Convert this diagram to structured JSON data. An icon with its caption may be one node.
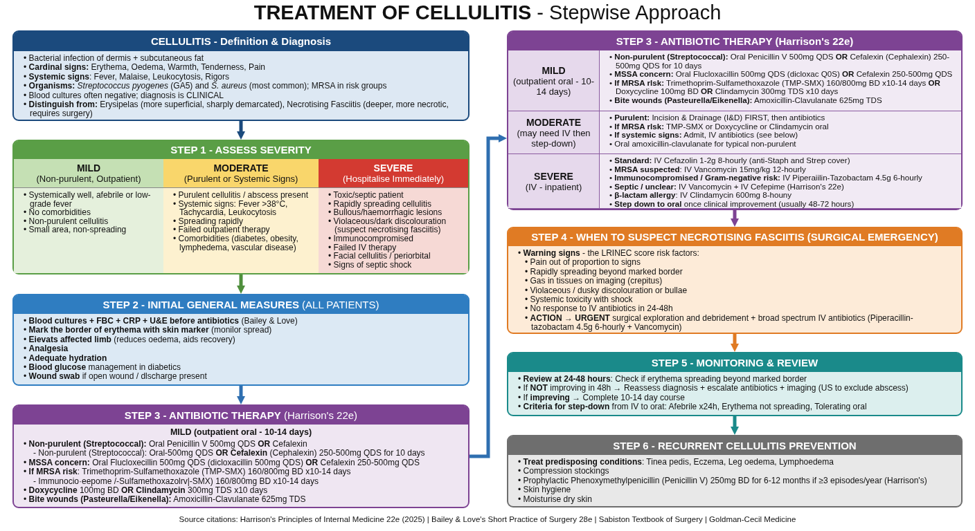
{
  "diagram": {
    "title": "**TREATMENT OF CELLULITIS** - Stepwise Approach",
    "nodes": [
      {
        "text": [
          "CELLULITIS - Definition & Diagnosis",
          "• Bacterial infection of dermis + subcutaneous fat",
          "• **Cardinal signs:** Erythema, Oedema, Warmth, Tenderness, Pain",
          "• **Systemic signs**: Fever, Malaise, Leukocytosis, Rigors",
          "• **Organisms:** *Streptococcus pyogenes* (GA5) and *S. aureus* (most common); MRSA in risk groups",
          "• Blood cultures often negative; diagnosis is CLINICAL",
          "• **Distinguish from:** Erysipelas (more superficial, sharply demarcated), Necrotising Fasciitis (deeper, more necrotic, requires surgery)"
        ]
      },
      {
        "text": [
          "STEP 1 - ASSESS SEVERITY"
        ]
      },
      {
        "text": [
          "MILD",
          "(Non-purulent, Outpatient)",
          "• Systemically well, afebrile or low-grade fever",
          "• No comorbidities",
          "• Non-purulent cellulitis",
          "• Small area, non-spreading"
        ],
        "in": 1
      },
      {
        "text": [
          "MODERATE",
          "(Purulent or Systemic Signs)",
          "• Purulent cellulitis / abscess present",
          "• Systemic signs: Fever >38°C, Tachycardia, Leukocytosis",
          "• Spreading rapidly",
          "• Failed outpatient therapy",
          "• Comorbidities (diabetes, obesity, lymphedema, vascular disease)"
        ],
        "in": 1
      },
      {
        "text": [
          "SEVERE",
          "(Hospitalise Immediately)",
          "• Toxic/septic patient",
          "• Rapidly spreading cellulitis",
          "• Bullous/haemorrhagic lesions",
          "• Violaceous/dark discolouration (suspect necrotising fasciitis)",
          "• Immunocompromised",
          "• Failed IV therapy",
          "• Facial cellulitis / periorbital",
          "• Signs of septic shock"
        ],
        "in": 1
      },
      {
        "text": [
          "**STEP 2 - INITIAL GENERAL MEASURES** (ALL PATIENTS)",
          "• **Blood cultures + FBC + CRP + U&E before antibiotics** (Bailey & Love)",
          "• **Mark the border of erythema with skin marker** (monilor spread)",
          "• **Eievats affected limb** (reduces oedema, aids recovery)",
          "• **Analgesia**",
          "• **Adequate hydration**",
          "• **Biood glucose** management in diabetics",
          "• **Wound swab** if open wound / dlscharge present"
        ]
      },
      {
        "text": [
          "**STEP 3 - ANTIBIOTIC THERAPY** (Harrison's 22e)",
          "MILD (outpatient oral - 10-14 days)",
          "• **Non-purulent (Streptococcal):** Oral Penicillin V 500mg QDS **OR** Cefalexin",
          "- Non-purulent (Streptococcal): Oral-500mg QDS **OR Cefalexin** (Cephalexin) 250-500mg QDS for 10 days",
          "• **MSSA concern:** Oral Flucloxecillin 500mg QDS (dicloxacillin 500mg QDS) **OR** Cefalexin 250-500mg QDS",
          "• **If MRSA risk**: Trimethoprim-Sulfamethoxazole (TMP-SMX) 160/800mg BD x10-14 days",
          "- Immunocio·eepome /-Sulfamethoxazolrv|-SMX) 160/800mg BD x10-14 days",
          "• **Doxycycline** 100mg BD **OR Clindamycin** 300mg TDS x10 days",
          "• **Bite wounds (Pasteurella/Eikenella):** Amoxicillin-Clavulanate 625mg TDS"
        ]
      },
      {
        "text": [
          "STEP 3 - ANTIBIOTIC THERAPY (Harrison's 22e)"
        ]
      },
      {
        "text": [
          "MILD",
          "(outpatient oral - 10-14 days)",
          "• **Non-purulent (Streptococcal):** Oral Penicillin V 500mg QDS **OR** Cefalexin (Cephalexin) 250-500mg QDS for 10 days",
          "• **MSSA concern:** Oral Flucloxacillin 500mg QDS (dicloxac Q0S) **OR** Cefalexin 250-500mg QDS",
          "• **If MRSA rlsk:** Trimethoprim-Sulfamethoxazole (TMP-SMX) 160/800mg BD x10-14 days **OR** Doxycycline 100mg BD **OR** Clindamycin 300mg TDS x10 days",
          "• **Bite wounds (Pasteurella/Eikenella):** Amoxicillin-Clavulanate 625mg TDS"
        ],
        "in": 7
      },
      {
        "text": [
          "MODERATE",
          "(may need IV then step-down)",
          "• **Purulent:** Incision & Drainage (I&D) FIRST, then antibiotics",
          "• **If MRSA rlsk:** TMP-SMX or Doxycycline or Clindamycin oral",
          "• **If systemic signs:** Admit, IV antibiotics (see below)",
          "• Oral amoxicillin-clavulanate for typical non-purulent"
        ],
        "in": 7
      },
      {
        "text": [
          "SEVERE",
          "(IV - inpatient)",
          "• **Standard:** IV Cefazolin 1-2g 8-hourly (anti-Staph and Strep cover)",
          "• **MRSA suspected**: IV Vancomycin 15mg/kg 12-hourly",
          "• **Immunocompromised / Gram-negative risk:** IV Piperaiilin-Tazobactam 4.5g 6-hourly",
          "• **Septic / unclear:** IV Vancomycin + IV Cefepime (Harrison's 22e)",
          "• **β-lactam allergy**: IV Clindamycin 600mg 8-houny",
          "• **Step down to oral** once clinical improvement (usually 48-72 hours)"
        ],
        "in": 7
      },
      {
        "text": [
          "STEP 4 - WHEN TO SUSPECT NECROTISING FASCIITIS (SURGICAL EMERGENCY)",
          "• **Warning signs** - the LRINEC score risk factors:",
          "• Pain out of proportion to signs",
          "• Rapidly spreading beyond marked border",
          "• Gas in tissues on imaging (crepitus)",
          "• Violaceous / dusky discolouration or bullae",
          "• Systemic toxicity with shock",
          "• No response to IV antibiotics in 24-48h",
          "• **ACTION → URGENT** surgical exploration and debridement + broad spectrum IV antibiotics (Piperacillin-tazobactam 4.5g 6-hourly + Vancomycin)"
        ]
      },
      {
        "text": [
          "STEP 5 - MONITORING & REVIEW",
          "• **Review at 24-48 hours**: Check if erythema spreading beyond marked border",
          "• If **NOT** improving in 48h → Reassess diagnosis + escalate antibiotics + imaging (US to exclude abscess)",
          "• If **impreving** → Complete 10-14 day course",
          "• **Criteria for step-down** from IV to orat: Afebrile x24h, Erythema not spreading, Tolerating oral"
        ]
      },
      {
        "text": [
          "STEP 6 - RECURRENT CELLULITIS PREVENTION",
          "• **Treat predisposing conditions**: Tinea pedis, Eczema, Leg oedema, Lymphoedema",
          "• Compression stockings",
          "• Prophylactic Phenoxymethylpenicillin (Penicillin V) 250mg BD for 6-12 months if ≥3 episodes/year (Harrison's)",
          "• Skin hygiene",
          "• Moisturise dry skin"
        ]
      }
    ],
    "edges": [
      {
        "from": 0,
        "to": 1,
        "arrow": "to",
        "color": "#1b4a7d"
      },
      {
        "from": 1,
        "to": 5,
        "arrow": "to",
        "color": "#4f8f3c"
      },
      {
        "from": 5,
        "to": 6,
        "arrow": "to",
        "color": "#2f6fb0"
      },
      {
        "from": 6,
        "to": 7,
        "arrow": "to",
        "color": "#2f6fb0"
      },
      {
        "from": 7,
        "to": 11,
        "arrow": "to",
        "color": "#7d4393"
      },
      {
        "from": 11,
        "to": 12,
        "arrow": "to",
        "color": "#e07b24"
      },
      {
        "from": 12,
        "to": 13,
        "arrow": "to",
        "color": "#1a8a8a"
      }
    ],
    "labels": [
      "Source citations: Harrison's Principles of Internal Medicine 22e (2025) | Bailey & Love's Short Practice of Surgery 28e | Sabiston Textbook of Surgery | Goldman-Cecil Medicine"
    ]
  }
}
